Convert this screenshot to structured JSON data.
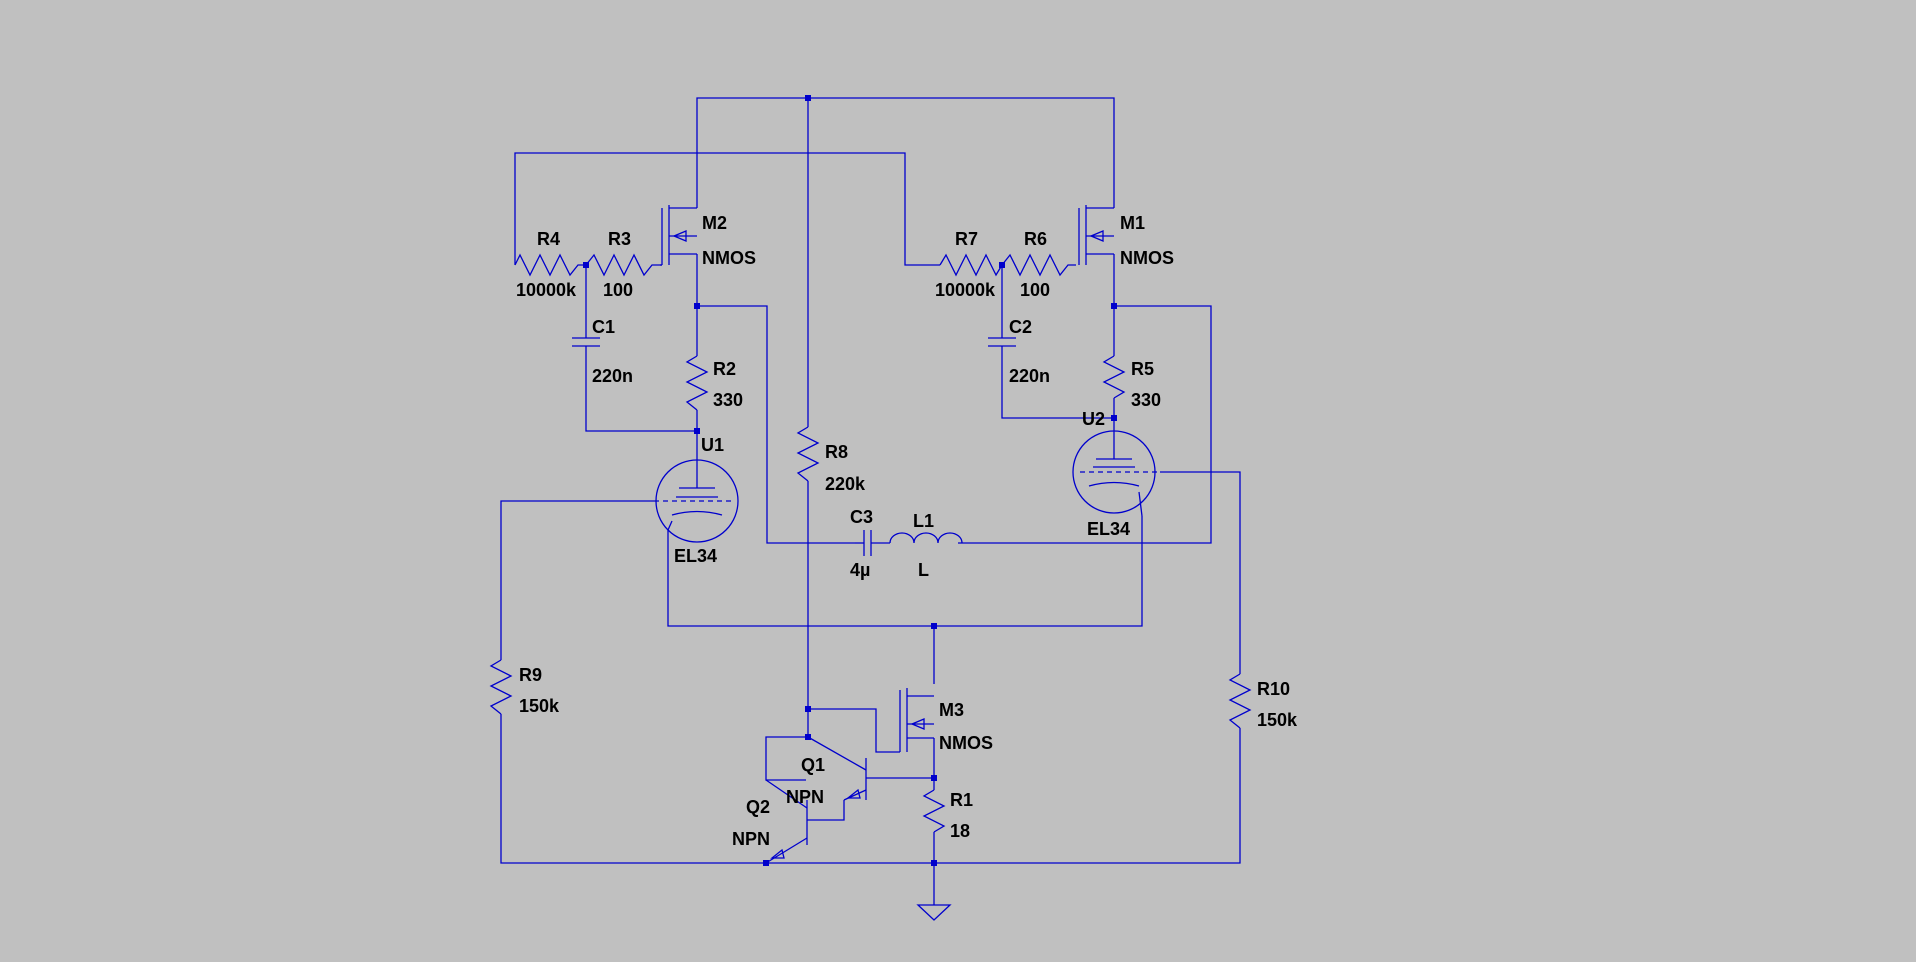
{
  "schematic": {
    "components": [
      {
        "ref": "M2",
        "value": "NMOS",
        "type": "nmos"
      },
      {
        "ref": "M1",
        "value": "NMOS",
        "type": "nmos"
      },
      {
        "ref": "M3",
        "value": "NMOS",
        "type": "nmos"
      },
      {
        "ref": "R4",
        "value": "10000k",
        "type": "resistor"
      },
      {
        "ref": "R3",
        "value": "100",
        "type": "resistor"
      },
      {
        "ref": "R7",
        "value": "10000k",
        "type": "resistor"
      },
      {
        "ref": "R6",
        "value": "100",
        "type": "resistor"
      },
      {
        "ref": "C1",
        "value": "220n",
        "type": "capacitor"
      },
      {
        "ref": "C2",
        "value": "220n",
        "type": "capacitor"
      },
      {
        "ref": "R2",
        "value": "330",
        "type": "resistor"
      },
      {
        "ref": "R5",
        "value": "330",
        "type": "resistor"
      },
      {
        "ref": "U1",
        "value": "EL34",
        "type": "tube"
      },
      {
        "ref": "U2",
        "value": "EL34",
        "type": "tube"
      },
      {
        "ref": "R8",
        "value": "220k",
        "type": "resistor"
      },
      {
        "ref": "C3",
        "value": "4µ",
        "type": "capacitor"
      },
      {
        "ref": "L1",
        "value": "L",
        "type": "inductor"
      },
      {
        "ref": "R9",
        "value": "150k",
        "type": "resistor"
      },
      {
        "ref": "R10",
        "value": "150k",
        "type": "resistor"
      },
      {
        "ref": "Q1",
        "value": "NPN",
        "type": "npn"
      },
      {
        "ref": "Q2",
        "value": "NPN",
        "type": "npn"
      },
      {
        "ref": "R1",
        "value": "18",
        "type": "resistor"
      }
    ],
    "ground_symbol": "ground-icon",
    "colors": {
      "background": "#c0c0c0",
      "wire": "#0000cc",
      "text": "#000000"
    }
  }
}
